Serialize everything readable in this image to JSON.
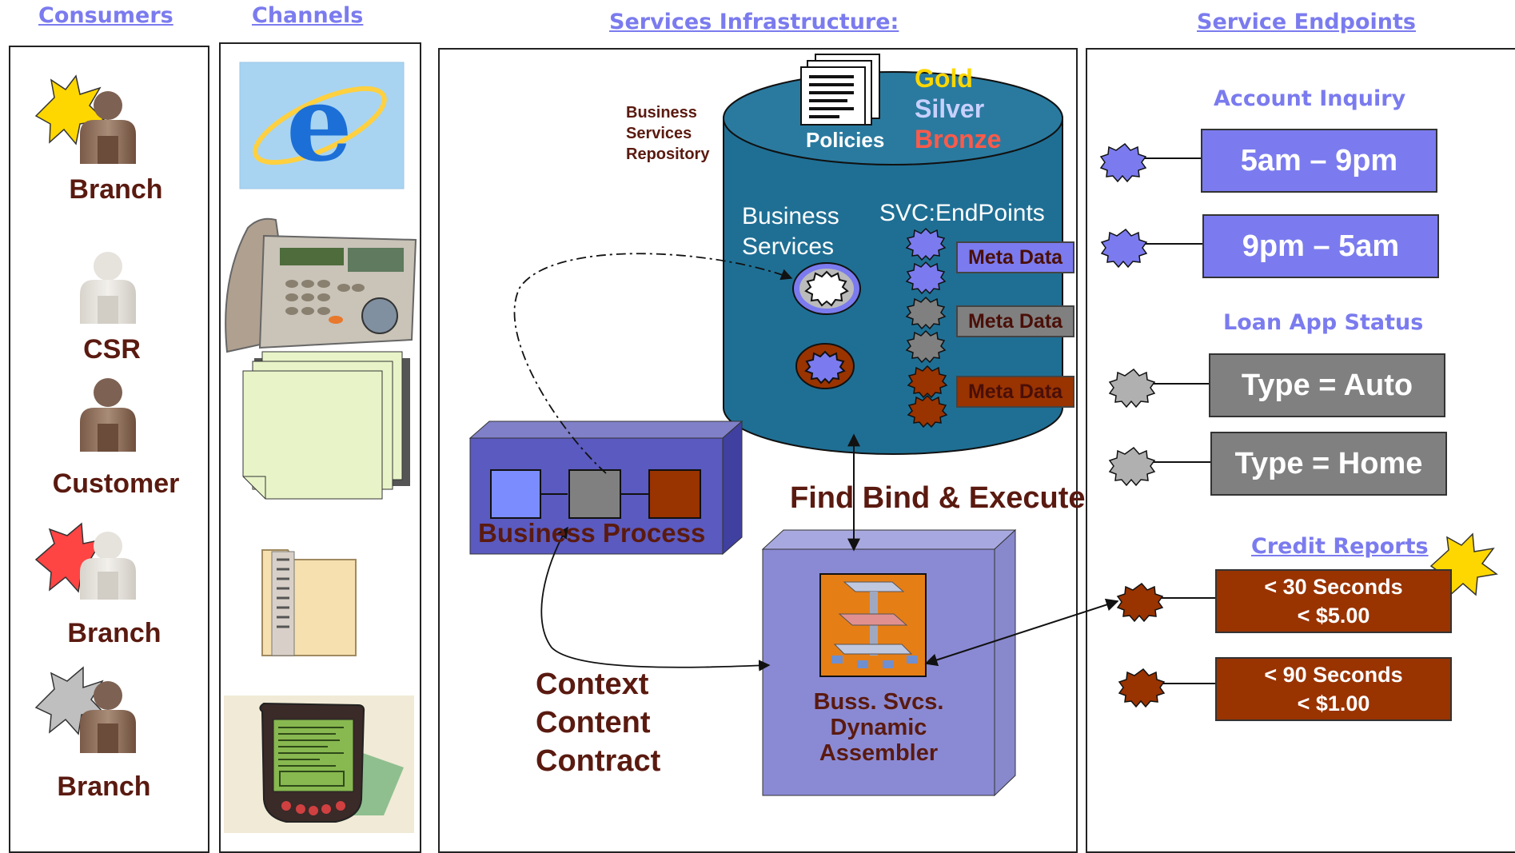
{
  "headers": {
    "consumers": "Consumers",
    "channels": "Channels",
    "services": "Services Infrastructure:",
    "endpoints": "Service Endpoints"
  },
  "consumers": [
    "Branch",
    "CSR",
    "Customer",
    "Branch",
    "Branch"
  ],
  "repository": {
    "label_lines": [
      "Business",
      "Services",
      "Repository"
    ],
    "policies": "Policies",
    "tiers": [
      "Gold",
      "Silver",
      "Bronze"
    ],
    "business_services": [
      "Business",
      "Services"
    ],
    "svc_endpoints": "SVC:EndPoints",
    "meta": [
      "Meta Data",
      "Meta Data",
      "Meta Data"
    ]
  },
  "process": {
    "label": "Business Process"
  },
  "fbe": "Find Bind & Execute",
  "context": [
    "Context",
    "Content",
    "Contract"
  ],
  "assembler": [
    "Buss. Svcs.",
    "Dynamic",
    "Assembler"
  ],
  "endpoints": {
    "account_title": "Account Inquiry",
    "account": [
      "5am – 9pm",
      "9pm – 5am"
    ],
    "loan_title": "Loan App Status",
    "loan": [
      "Type = Auto",
      "Type = Home"
    ],
    "credit_title": "Credit Reports",
    "credit": [
      {
        "line1": "< 30 Seconds",
        "line2": "< $5.00"
      },
      {
        "line1": "< 90 Seconds",
        "line2": "< $1.00"
      }
    ]
  },
  "colors": {
    "blue": "#7b7bef",
    "gray": "#808080",
    "rust": "#993300",
    "cylinder": "#1f6f94",
    "text_dark": "#5a1a10"
  }
}
